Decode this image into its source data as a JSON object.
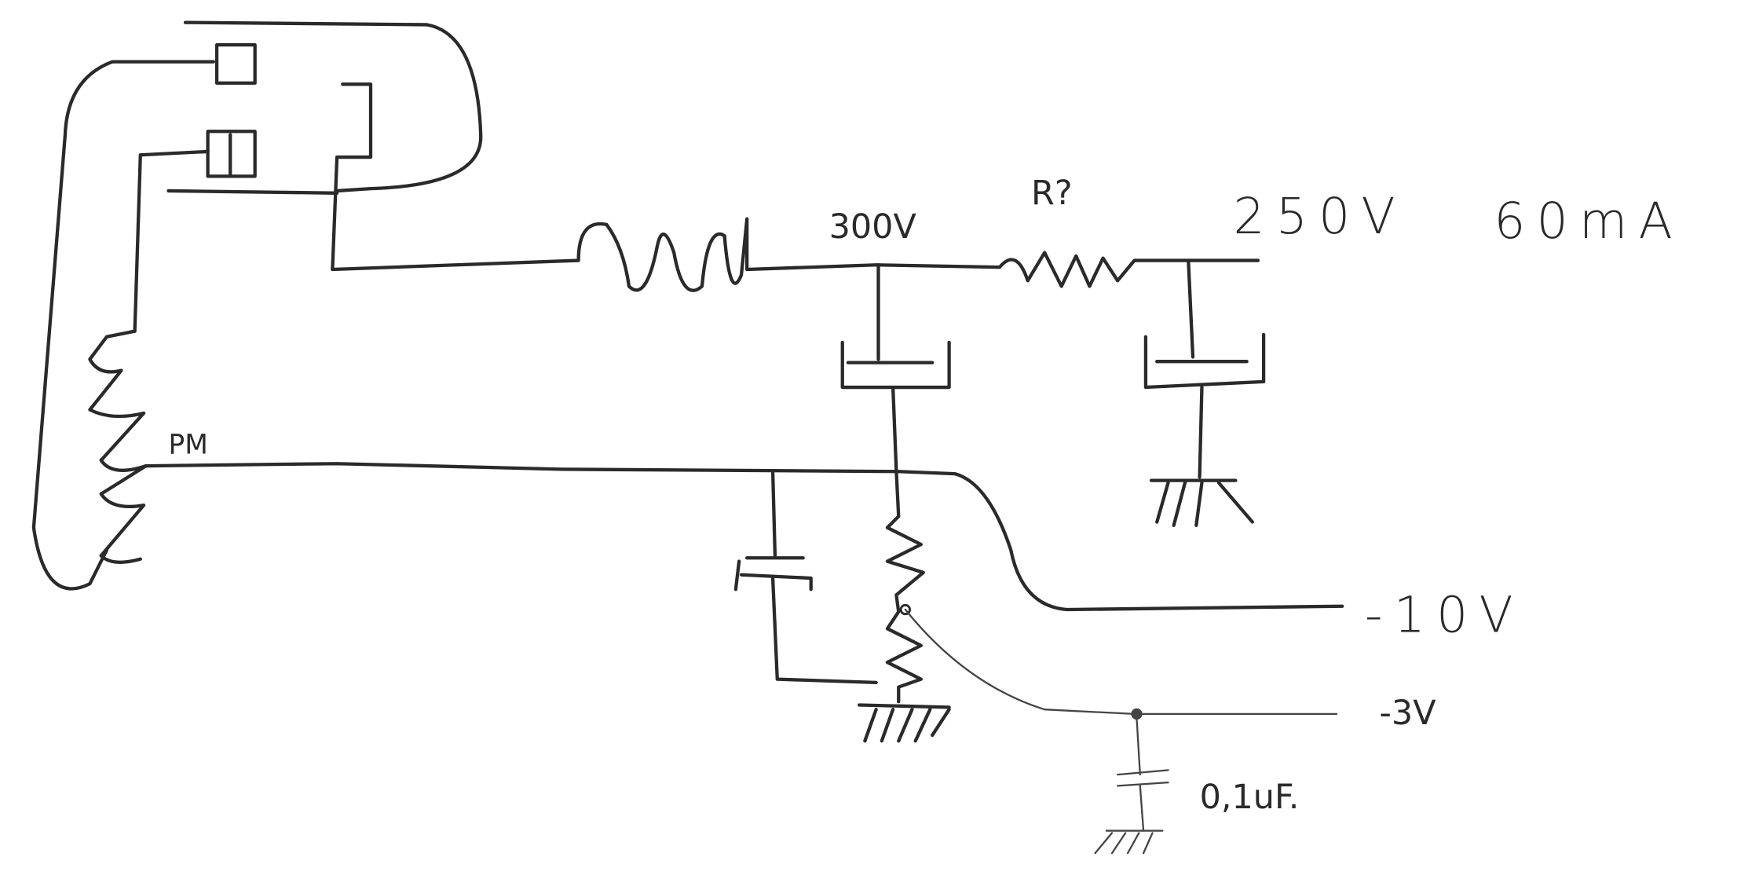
{
  "diagram": {
    "type": "hand-drawn circuit schematic",
    "labels": {
      "node_300v": "300V",
      "resistor_unknown": "R?",
      "output_voltage": "250V",
      "output_current": "60mA",
      "tap_label": "PM",
      "neg_10v": "-10V",
      "neg_3v": "-3V",
      "bypass_cap": "0,1uF."
    }
  }
}
